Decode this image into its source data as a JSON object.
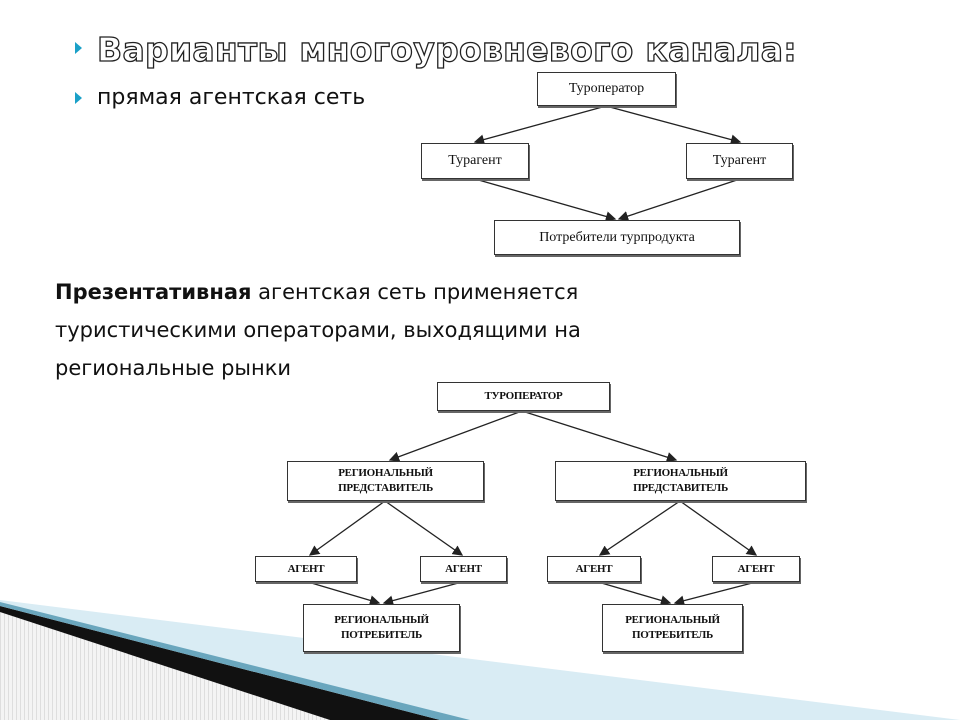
{
  "slide": {
    "title": "Варианты многоуровневого канала:",
    "bullet_1": "прямая агентская сеть",
    "paragraph_bold": "Презентативная",
    "paragraph_rest": " агентская сеть применяется туристическими операторами, выходящими на региональные рынки"
  },
  "diagram_direct": {
    "operator": "Туроператор",
    "agent_left": "Турагент",
    "agent_right": "Турагент",
    "consumers": "Потребители турпродукта"
  },
  "diagram_presentative": {
    "operator": "ТУРОПЕРАТОР",
    "rep_left_1": "РЕГИОНАЛЬНЫЙ",
    "rep_left_2": "ПРЕДСТАВИТЕЛЬ",
    "rep_right_1": "РЕГИОНАЛЬНЫЙ",
    "rep_right_2": "ПРЕДСТАВИТЕЛЬ",
    "agent_1": "АГЕНТ",
    "agent_2": "АГЕНТ",
    "agent_3": "АГЕНТ",
    "agent_4": "АГЕНТ",
    "consumer_left_1": "РЕГИОНАЛЬНЫЙ",
    "consumer_left_2": "ПОТРЕБИТЕЛЬ",
    "consumer_right_1": "РЕГИОНАЛЬНЫЙ",
    "consumer_right_2": "ПОТРЕБИТЕЛЬ"
  },
  "colors": {
    "bullet": "#1aa0c8",
    "accent_band": "#cfe6f0"
  }
}
